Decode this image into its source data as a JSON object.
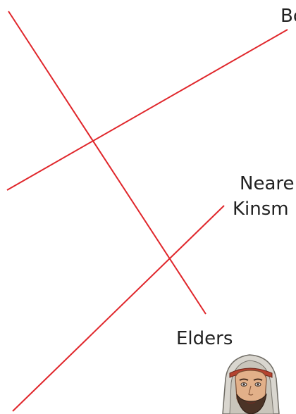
{
  "labels": {
    "boaz": "Bo",
    "nearest": "Neare",
    "kinsman": "Kinsm",
    "elders": "Elders"
  },
  "line_color": "#e0262b"
}
